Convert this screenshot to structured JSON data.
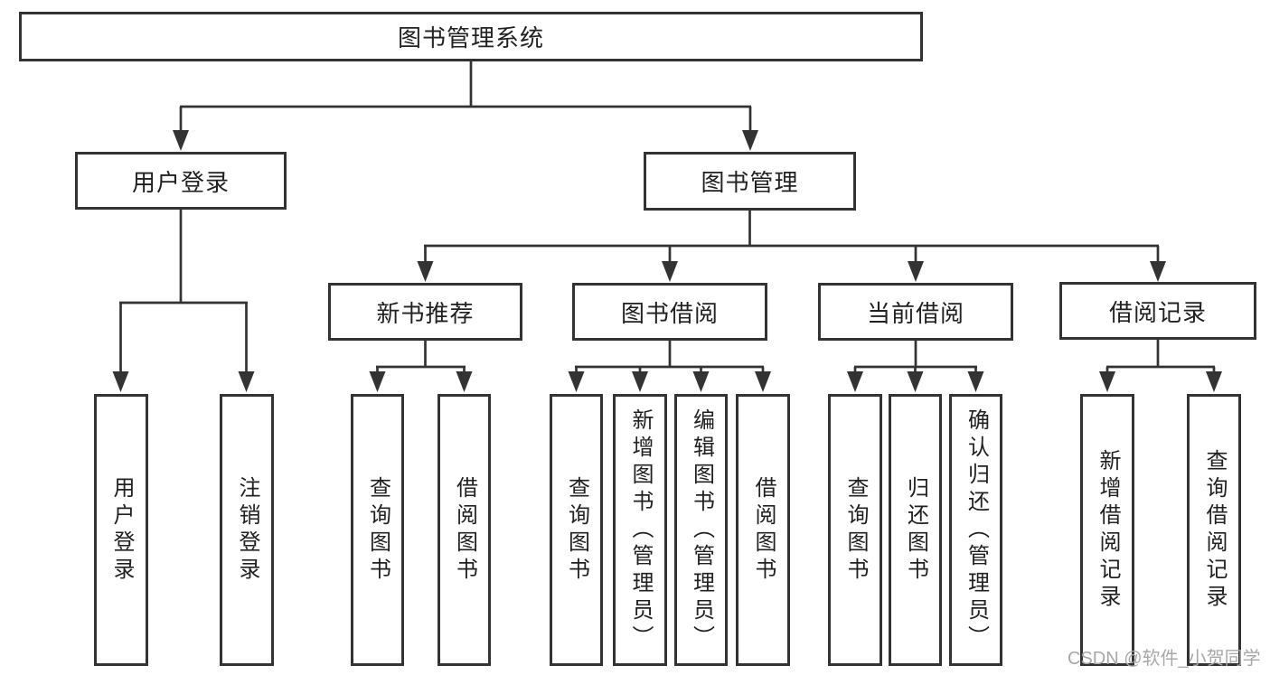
{
  "colors": {
    "line": "#333333",
    "box_border": "#333333",
    "text": "#212121",
    "watermark": "#a8a8a8",
    "background": "#ffffff"
  },
  "watermark": "CSDN @软件_小贺同学",
  "tree": {
    "root": {
      "label": "图书管理系统"
    },
    "branches": [
      {
        "label": "用户登录",
        "leaves": [
          {
            "label": "用户登录"
          },
          {
            "label": "注销登录"
          }
        ]
      },
      {
        "label": "图书管理",
        "sections": [
          {
            "label": "新书推荐",
            "leaves": [
              {
                "label": "查询图书"
              },
              {
                "label": "借阅图书"
              }
            ]
          },
          {
            "label": "图书借阅",
            "leaves": [
              {
                "label": "查询图书"
              },
              {
                "label": "新增图书（管理员）"
              },
              {
                "label": "编辑图书（管理员）"
              },
              {
                "label": "借阅图书"
              }
            ]
          },
          {
            "label": "当前借阅",
            "leaves": [
              {
                "label": "查询图书"
              },
              {
                "label": "归还图书"
              },
              {
                "label": "确认归还（管理员）"
              }
            ]
          },
          {
            "label": "借阅记录",
            "leaves": [
              {
                "label": "新增借阅记录"
              },
              {
                "label": "查询借阅记录"
              }
            ]
          }
        ]
      }
    ]
  }
}
